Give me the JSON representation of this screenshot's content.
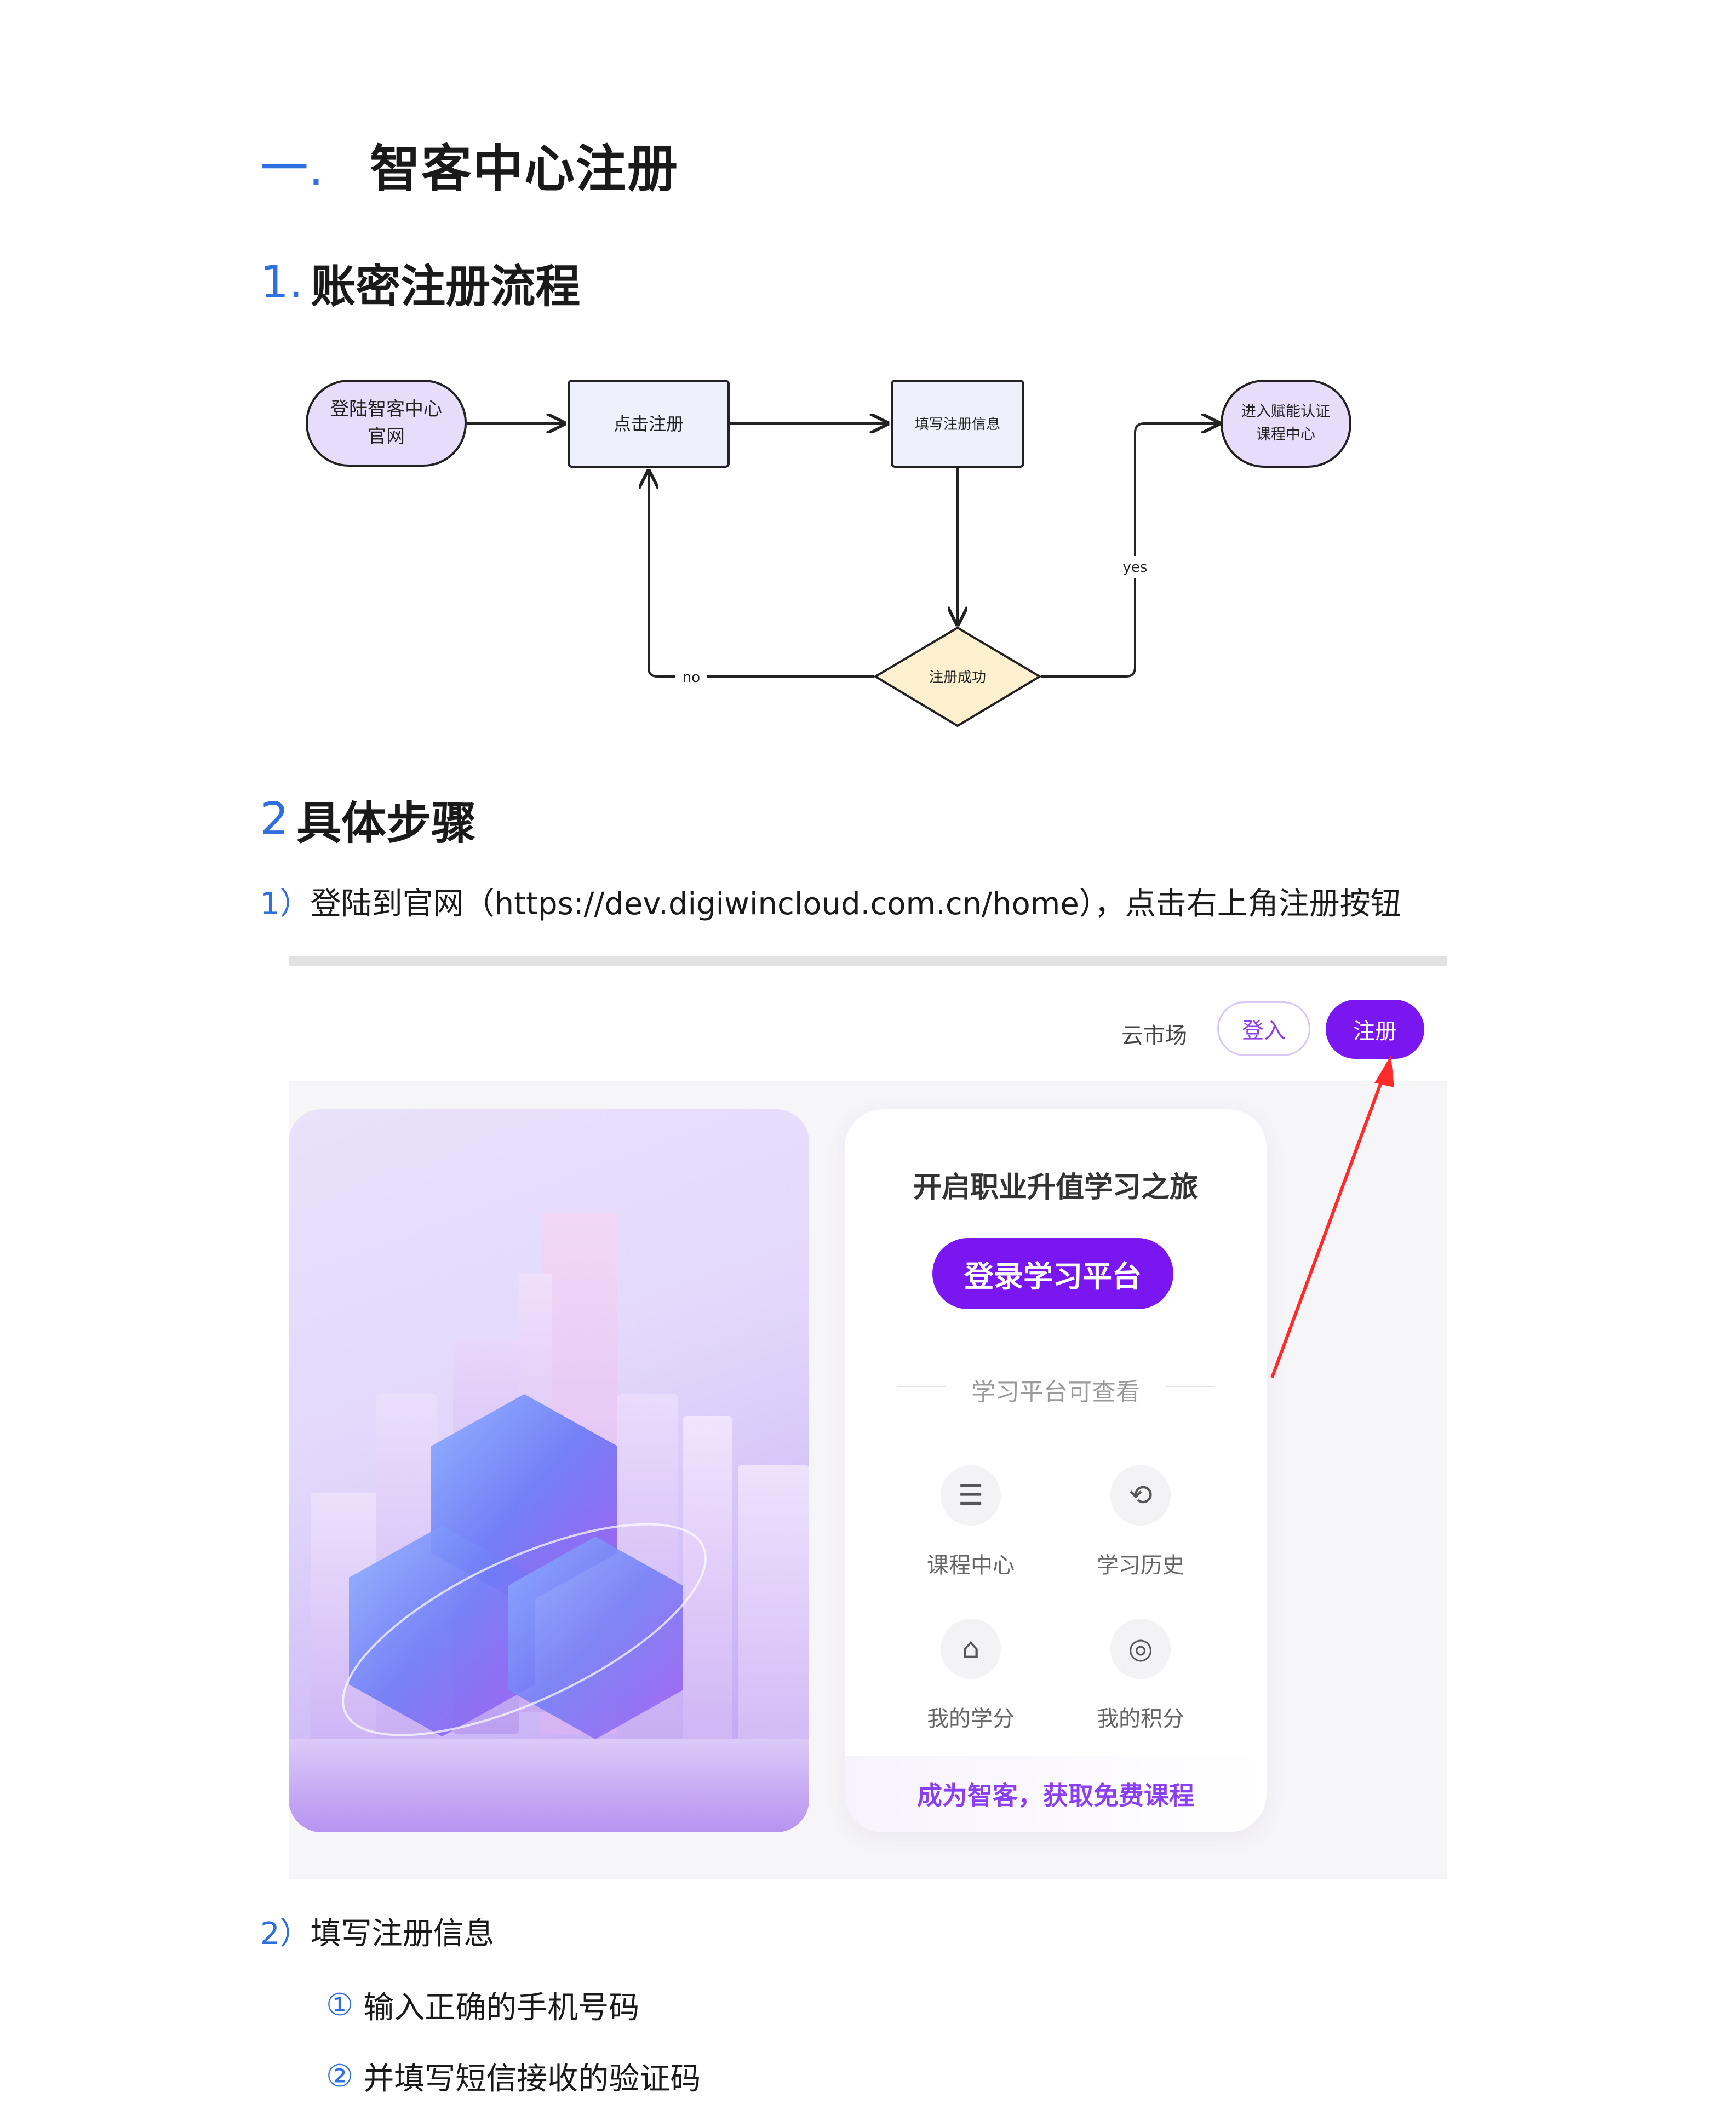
{
  "section_title": {
    "num": "一.",
    "text": "智客中心注册"
  },
  "subsection1": {
    "num": "1.",
    "text": "账密注册流程"
  },
  "flowchart": {
    "start": [
      "登陆智客中心",
      "官网"
    ],
    "click_register": "点击注册",
    "fill_info": "填写注册信息",
    "decision": "注册成功",
    "end": [
      "进入赋能认证",
      "课程中心"
    ],
    "yes": "yes",
    "no": "no"
  },
  "subsection2": {
    "num": "2",
    "text": "具体步骤"
  },
  "step1": {
    "num": "1）",
    "text": "登陆到官网（https://dev.digiwincloud.com.cn/home），点击右上角注册按钮"
  },
  "screenshot": {
    "nav_market": "云市场",
    "login_button": "登入",
    "register_button": "注册",
    "card_title": "开启职业升值学习之旅",
    "platform_button": "登录学习平台",
    "divider_text": "学习平台可查看",
    "features": [
      "课程中心",
      "学习历史",
      "我的学分",
      "我的积分"
    ],
    "footer_text": "成为智客，获取免费课程",
    "colors": {
      "accent": "#7a16f0",
      "arrow": "#ff2a2a"
    }
  },
  "step2": {
    "num": "2）",
    "text": "填写注册信息"
  },
  "step2_items": [
    {
      "num": "①",
      "text": "输入正确的手机号码"
    },
    {
      "num": "②",
      "text": "并填写短信接收的验证码"
    }
  ]
}
